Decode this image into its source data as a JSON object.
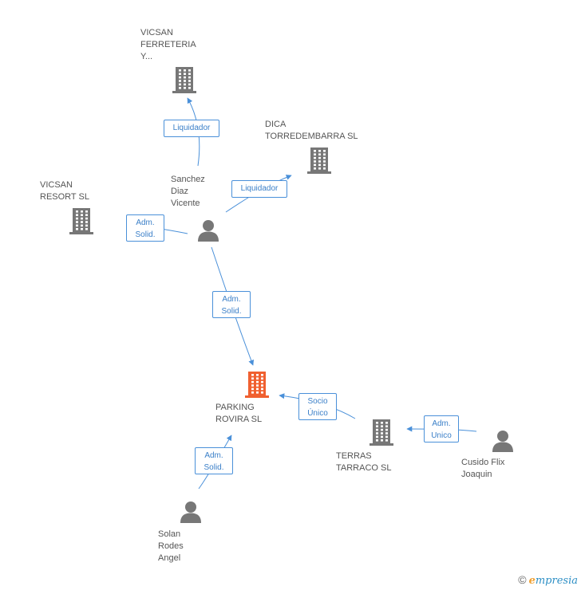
{
  "colors": {
    "company": "#777777",
    "focus_company": "#f06030",
    "person": "#777777",
    "edge": "#4a90d9",
    "label": "#555555"
  },
  "nodes": {
    "vicsan_ferreteria": {
      "kind": "company",
      "lines": [
        "VICSAN",
        "FERRETERIA",
        "Y..."
      ]
    },
    "dica": {
      "kind": "company",
      "lines": [
        "DICA",
        "TORREDEMBARRA SL"
      ]
    },
    "vicsan_resort": {
      "kind": "company",
      "lines": [
        "VICSAN",
        "RESORT SL"
      ]
    },
    "sanchez": {
      "kind": "person",
      "lines": [
        "Sanchez",
        "Diaz",
        "Vicente"
      ]
    },
    "parking": {
      "kind": "company-focus",
      "lines": [
        "PARKING",
        "ROVIRA SL"
      ]
    },
    "terras": {
      "kind": "company",
      "lines": [
        "TERRAS",
        "TARRACO SL"
      ]
    },
    "cusido": {
      "kind": "person",
      "lines": [
        "Cusido Flix",
        "Joaquin"
      ]
    },
    "solan": {
      "kind": "person",
      "lines": [
        "Solan",
        "Rodes",
        "Angel"
      ]
    }
  },
  "edges": [
    {
      "from": "sanchez",
      "to": "vicsan_ferreteria",
      "lines": [
        "Liquidador"
      ]
    },
    {
      "from": "sanchez",
      "to": "dica",
      "lines": [
        "Liquidador"
      ]
    },
    {
      "from": "sanchez",
      "to": "vicsan_resort",
      "lines": [
        "Adm.",
        "Solid."
      ]
    },
    {
      "from": "sanchez",
      "to": "parking",
      "lines": [
        "Adm.",
        "Solid."
      ]
    },
    {
      "from": "terras",
      "to": "parking",
      "lines": [
        "Socio",
        "Único"
      ]
    },
    {
      "from": "cusido",
      "to": "terras",
      "lines": [
        "Adm.",
        "Unico"
      ]
    },
    {
      "from": "solan",
      "to": "parking",
      "lines": [
        "Adm.",
        "Solid."
      ]
    }
  ],
  "footer": {
    "copyright": "©",
    "brand_e": "e",
    "brand_rest": "mpresia"
  }
}
